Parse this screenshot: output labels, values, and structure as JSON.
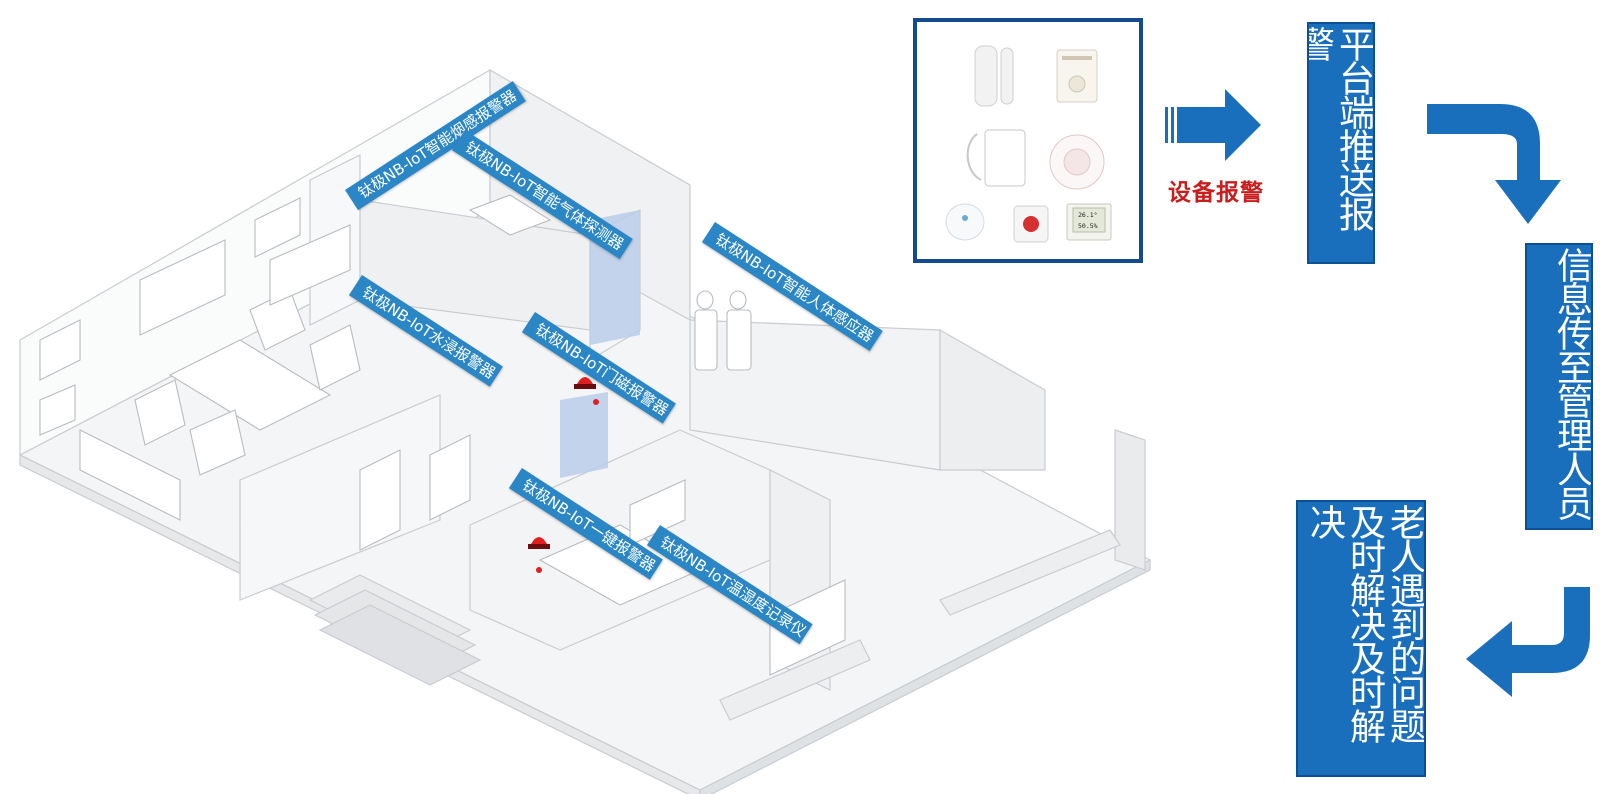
{
  "device_labels": {
    "smoke": "钛极NB-IoT智能烟感报警器",
    "gas": "钛极NB-IoT智能气体探测器",
    "pir": "钛极NB-IoT智能人体感应器",
    "water": "钛极NB-IoT水浸报警器",
    "door": "钛极NB-IoT门磁报警器",
    "sos": "钛极NB-IoT一键报警器",
    "temp": "钛极NB-IoT温湿度记录仪"
  },
  "flow": {
    "device_alarm": "设备报警",
    "platform_push": "平台端推送报警",
    "notify_manager": "信息传至管理人员",
    "resolve": "老人遇到的问题及时解决及时解决"
  },
  "thermo_readout": {
    "temperature": "26.1°",
    "humidity": "50.5%"
  },
  "colors": {
    "tag_blue": "#2b86c5",
    "box_blue": "#1a6fbd",
    "panel_border": "#144b8c",
    "alarm_red": "#c81e1e",
    "door_highlight": "#b9cde9"
  },
  "icons": [
    "siren-icon",
    "door-sensor-icon",
    "gas-detector-icon",
    "water-sensor-icon",
    "smoke-detector-icon",
    "pir-sensor-icon",
    "sos-button-icon",
    "thermo-hygrometer-icon"
  ]
}
